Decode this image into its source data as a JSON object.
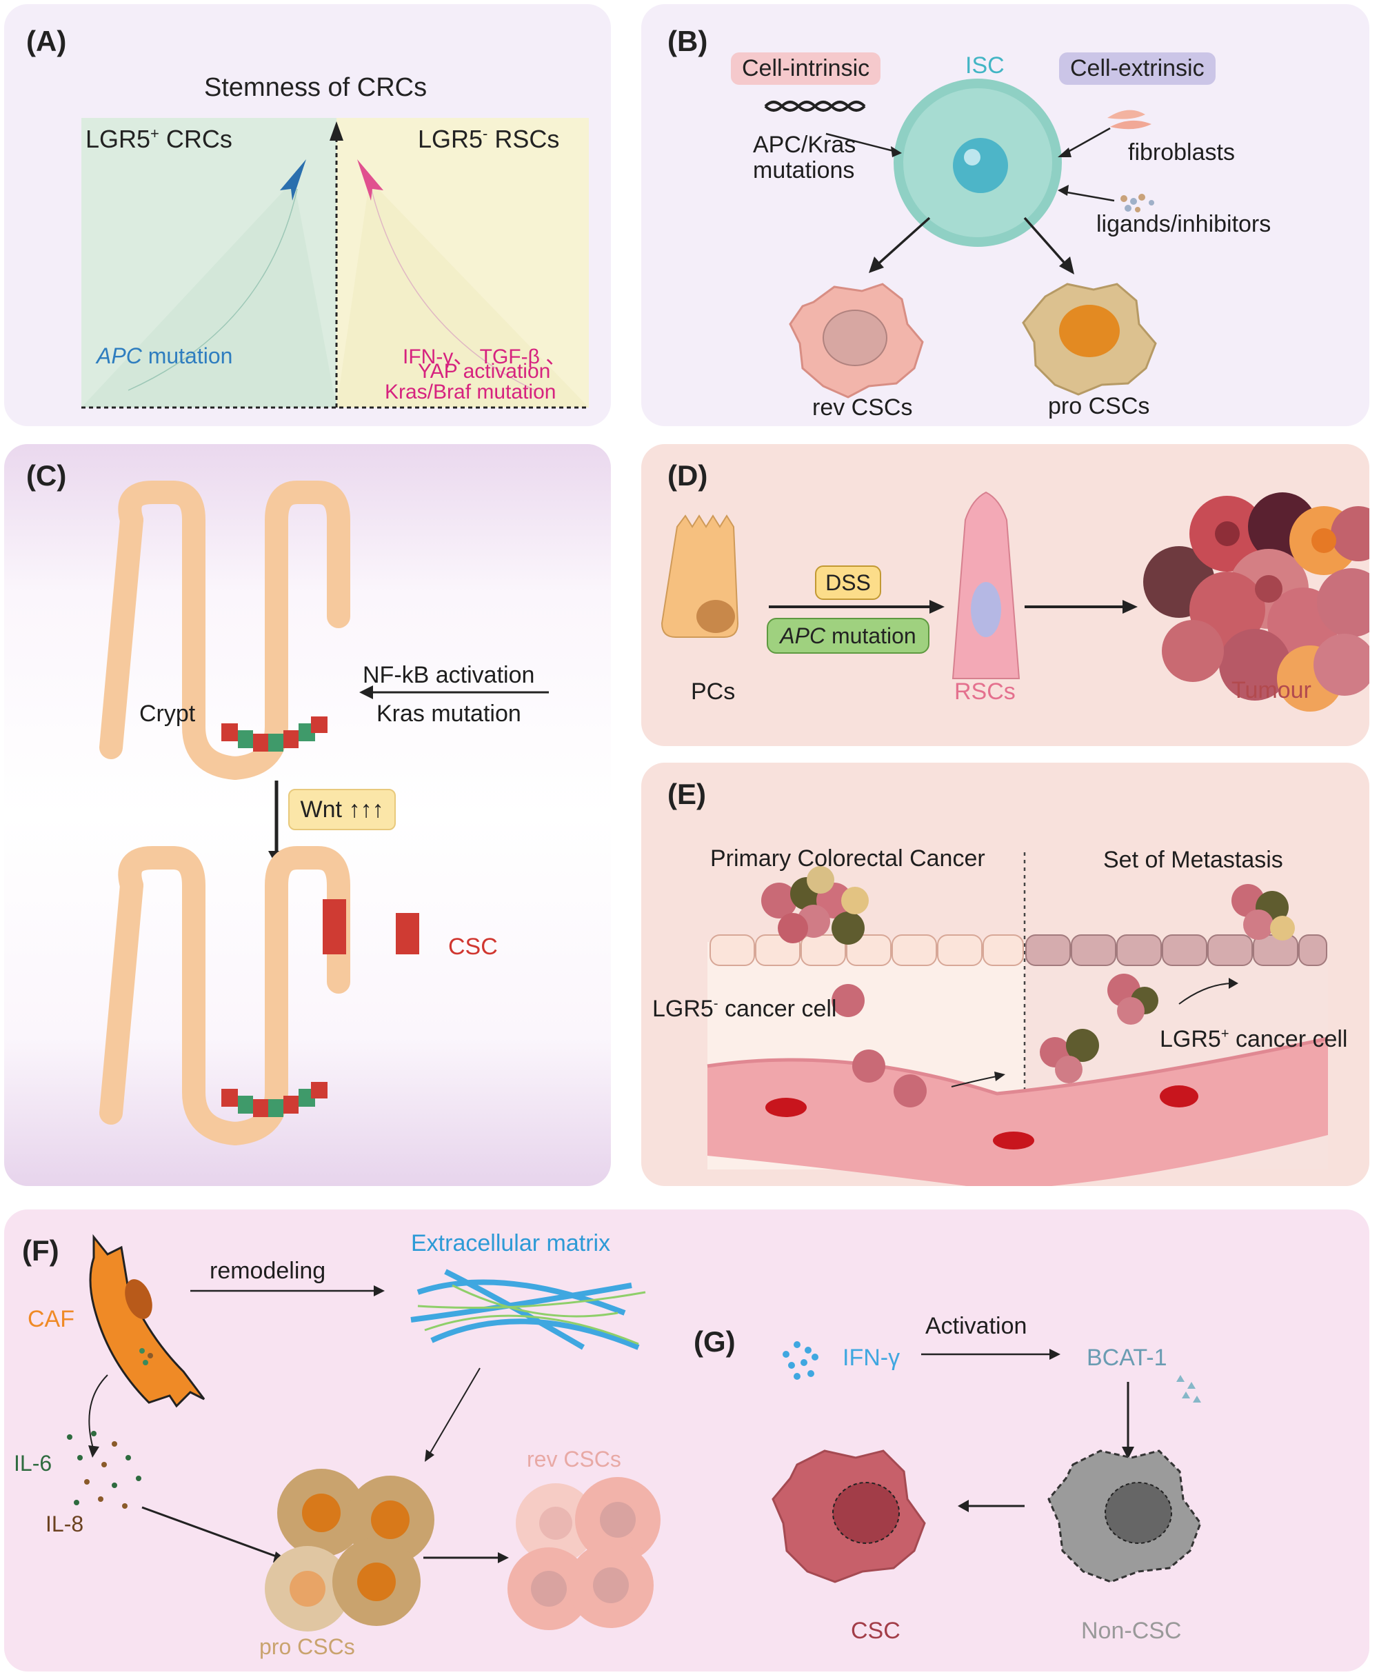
{
  "panel_a": {
    "label": "(A)",
    "title": "Stemness of CRCs",
    "left_title": "LGR5",
    "left_title_sup": "+",
    "left_title_suffix": " CRCs",
    "right_title": "LGR5",
    "right_title_sup": "-",
    "right_title_suffix": " RSCs",
    "left_note_italic": "APC",
    "left_note_rest": " mutation",
    "right_note_1": "IFN-γ、 TGF-β 、",
    "right_note_2": "YAP activation",
    "right_note_3": "Kras/Braf mutation",
    "colors": {
      "left_bg": "#dfeee3",
      "right_bg": "#f8f4d6",
      "blue": "#2e7dbf",
      "pink": "#d6227f"
    }
  },
  "panel_b": {
    "label": "(B)",
    "intrinsic": "Cell-intrinsic",
    "extrinsic": "Cell-extrinsic",
    "isc": "ISC",
    "apc_kras_1": "APC/Kras",
    "apc_kras_2": "mutations",
    "fibroblasts": "fibroblasts",
    "ligands": "ligands/inhibitors",
    "rev": "rev CSCs",
    "pro": "pro CSCs"
  },
  "panel_c": {
    "label": "(C)",
    "nfkb": "NF-kB activation",
    "kras": "Kras mutation",
    "crypt": "Crypt",
    "wnt": "Wnt",
    "wnt_arrows": "↑↑↑",
    "csc": "CSC"
  },
  "panel_d": {
    "label": "(D)",
    "dss": "DSS",
    "apc_italic": "APC",
    "apc_rest": " mutation",
    "pcs": "PCs",
    "rscs": "RSCs",
    "tumour": "Tumour"
  },
  "panel_e": {
    "label": "(E)",
    "primary": "Primary Colorectal Cancer",
    "metastasis": "Set of Metastasis",
    "neg": "LGR5",
    "neg_sup": "-",
    "neg_rest": " cancer cell",
    "pos": "LGR5",
    "pos_sup": "+",
    "pos_rest": " cancer cell"
  },
  "panel_f": {
    "label": "(F)",
    "caf": "CAF",
    "remodeling": "remodeling",
    "ecm": "Extracellular matrix",
    "il6": "IL-6",
    "il8": "IL-8",
    "rev": "rev CSCs",
    "pro": "pro CSCs"
  },
  "panel_g": {
    "label": "(G)",
    "ifn": "IFN-γ",
    "activation": "Activation",
    "bcat": "BCAT-1",
    "csc": "CSC",
    "noncsc": "Non-CSC"
  }
}
